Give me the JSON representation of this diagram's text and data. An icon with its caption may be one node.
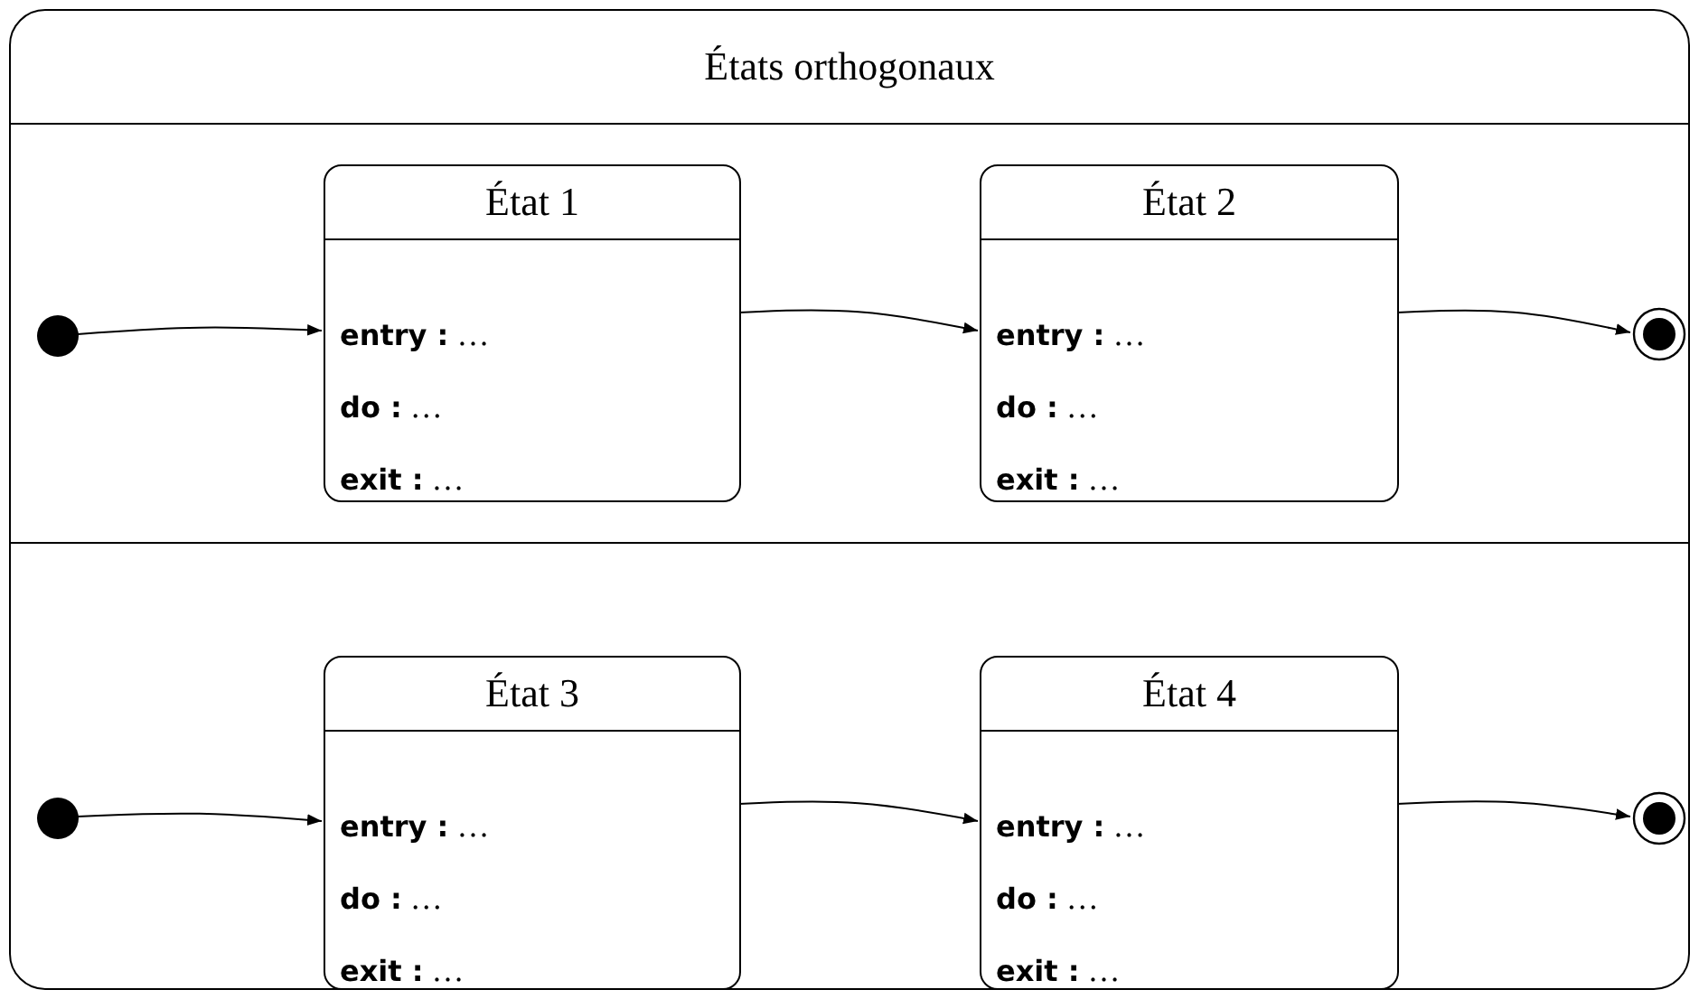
{
  "diagram": {
    "nodes": [
      {
        "text": [
          "États orthogonaux"
        ]
      },
      {
        "text": [],
        "shape": "circle",
        "in": 0
      },
      {
        "text": [
          "État 1",
          "**entry :** …",
          "**do :** …",
          "**exit :** …"
        ],
        "in": 0
      },
      {
        "text": [
          "État 2",
          "**entry :** …",
          "**do :** …",
          "**exit :** …"
        ],
        "in": 0
      },
      {
        "text": [],
        "shape": "bullseye",
        "in": 0
      },
      {
        "text": [],
        "shape": "circle",
        "in": 0
      },
      {
        "text": [
          "État 3",
          "**entry :** …",
          "**do :** …",
          "**exit :** …"
        ],
        "in": 0
      },
      {
        "text": [
          "État 4",
          "**entry :** …",
          "**do :** …",
          "**exit :** …"
        ],
        "in": 0
      },
      {
        "text": [],
        "shape": "bullseye",
        "in": 0
      }
    ],
    "edges": [
      {
        "from": 1,
        "to": 2,
        "arrow": "to"
      },
      {
        "from": 2,
        "to": 3,
        "arrow": "to"
      },
      {
        "from": 3,
        "to": 4,
        "arrow": "to"
      },
      {
        "from": 5,
        "to": 6,
        "arrow": "to"
      },
      {
        "from": 6,
        "to": 7,
        "arrow": "to"
      },
      {
        "from": 7,
        "to": 8,
        "arrow": "to"
      }
    ]
  }
}
